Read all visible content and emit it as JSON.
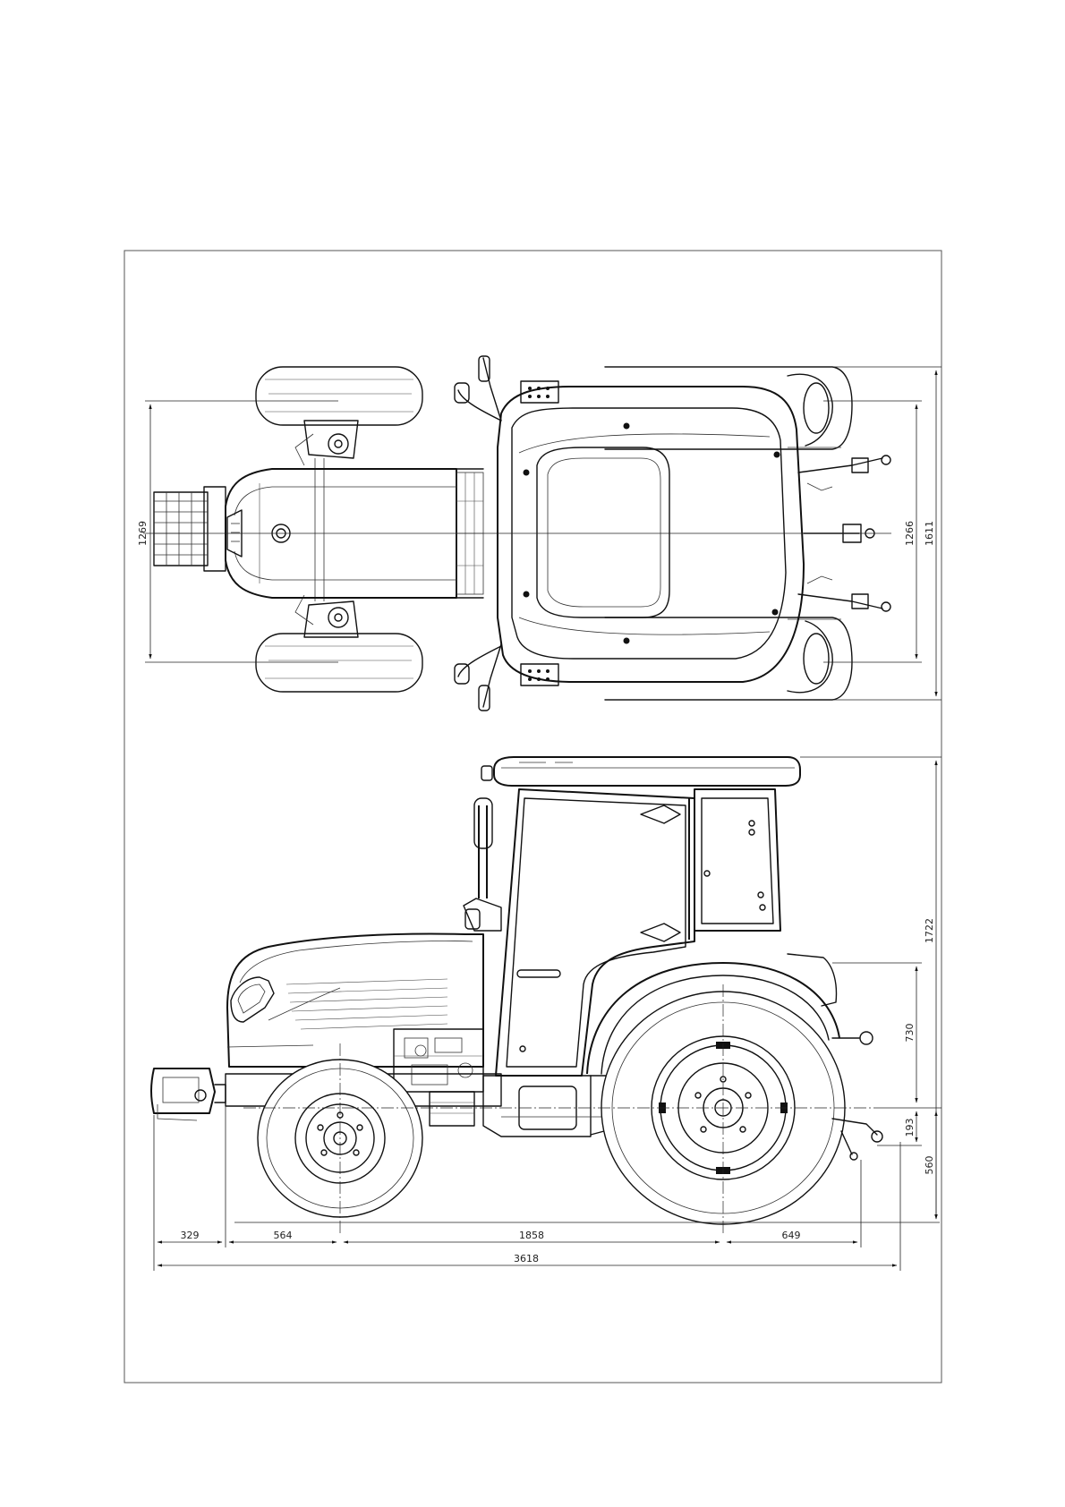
{
  "dimensions": {
    "top_view": {
      "front_track": "1269",
      "rear_track": "1266",
      "overall_width": "1611"
    },
    "side_view": {
      "overall_height": "1722",
      "drawbar_height": "730",
      "hitch_offset": "193",
      "lower_link_height": "560",
      "front_overhang": "329",
      "front_axle_to_engine": "564",
      "wheelbase": "1858",
      "rear_overhang": "649",
      "overall_length": "3618"
    }
  }
}
